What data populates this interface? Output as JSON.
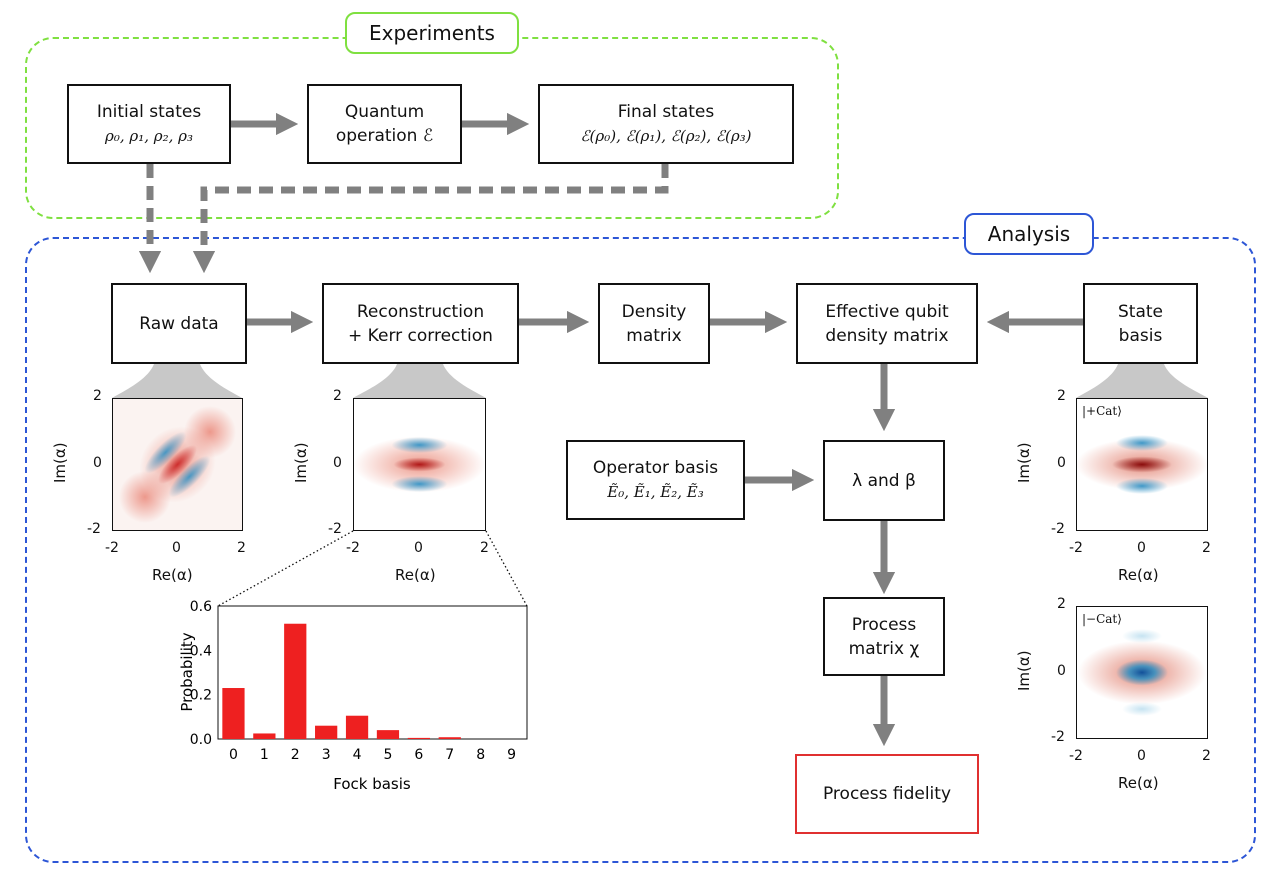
{
  "regions": {
    "experiments": "Experiments",
    "analysis": "Analysis"
  },
  "boxes": {
    "initial_states": {
      "line1": "Initial states",
      "line2": "ρ₀, ρ₁, ρ₂, ρ₃"
    },
    "quantum_operation": {
      "line1": "Quantum",
      "line2": "operation ℰ"
    },
    "final_states": {
      "line1": "Final states",
      "line2": "ℰ(ρ₀), ℰ(ρ₁), ℰ(ρ₂), ℰ(ρ₃)"
    },
    "raw_data": {
      "line1": "Raw data"
    },
    "reconstruction": {
      "line1": "Reconstruction",
      "line2": "+ Kerr correction"
    },
    "density_matrix": {
      "line1": "Density",
      "line2": "matrix"
    },
    "effective_qubit": {
      "line1": "Effective qubit",
      "line2": "density matrix"
    },
    "state_basis": {
      "line1": "State",
      "line2": "basis"
    },
    "operator_basis": {
      "line1": "Operator basis",
      "line2": "Ẽ₀, Ẽ₁, Ẽ₂, Ẽ₃"
    },
    "lambda_beta": {
      "line1": "λ and β"
    },
    "process_matrix": {
      "line1": "Process",
      "line2": "matrix χ"
    },
    "process_fidelity": {
      "line1": "Process fidelity"
    }
  },
  "wigner_plots": {
    "xlabel": "Re(α)",
    "ylabel": "Im(α)",
    "ticks": [
      "-2",
      "0",
      "2"
    ],
    "plus_cat_label": "|+Cat⟩",
    "minus_cat_label": "|−Cat⟩"
  },
  "colors": {
    "experiments_border": "#7fe040",
    "analysis_border": "#2d56d6",
    "arrow": "#808080",
    "fidelity_border": "#e03030",
    "bar": "#ee2020",
    "wigner_positive": "#cc2a2a",
    "wigner_negative": "#2b8fc4"
  },
  "chart_data": {
    "type": "bar",
    "categories": [
      "0",
      "1",
      "2",
      "3",
      "4",
      "5",
      "6",
      "7",
      "8",
      "9"
    ],
    "values": [
      0.23,
      0.025,
      0.52,
      0.06,
      0.105,
      0.04,
      0.005,
      0.008,
      0.0,
      0.0
    ],
    "xlabel": "Fock basis",
    "ylabel": "Probability",
    "ylim": [
      0,
      0.6
    ],
    "yticks": [
      "0.0",
      "0.2",
      "0.4",
      "0.6"
    ]
  }
}
